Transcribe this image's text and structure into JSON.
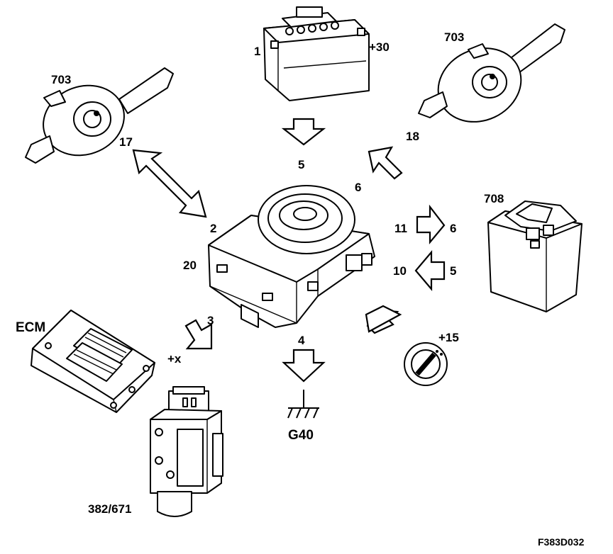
{
  "labels": {
    "battery_num": "1",
    "battery_terminal": "+30",
    "stalk_left_num": "703",
    "stalk_right_num": "703",
    "conn_17": "17",
    "conn_18": "18",
    "conn_5_top": "5",
    "conn_6_top": "6",
    "conn_2": "2",
    "conn_20": "20",
    "relay_num": "708",
    "conn_11": "11",
    "conn_6_right": "6",
    "conn_10": "10",
    "conn_5_right": "5",
    "ecm": "ECM",
    "conn_3": "3",
    "plus_x": "+x",
    "conn_4": "4",
    "ground": "G40",
    "ignition": "+15",
    "abs_num": "382/671",
    "figure_code": "F383D032"
  }
}
